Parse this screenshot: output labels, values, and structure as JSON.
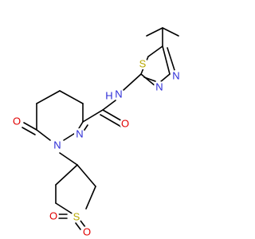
{
  "atoms": {
    "S_thiadiazole": {
      "label": "S",
      "color": "#b8a800"
    },
    "N_thiadiazole_1": {
      "label": "N",
      "color": "#2b2bd6"
    },
    "N_thiadiazole_2": {
      "label": "N",
      "color": "#2b2bd6"
    },
    "N_amide": {
      "label": "N",
      "color": "#2b2bd6"
    },
    "H_amide": {
      "label": "H",
      "color": "#2b2bd6"
    },
    "O_amide": {
      "label": "O",
      "color": "#e00000"
    },
    "N_ring_1": {
      "label": "N",
      "color": "#2b2bd6"
    },
    "N_ring_2": {
      "label": "N",
      "color": "#2b2bd6"
    },
    "O_ketone": {
      "label": "O",
      "color": "#e00000"
    },
    "S_sulfolane": {
      "label": "S",
      "color": "#b8a800"
    },
    "O_sulfone_1": {
      "label": "O",
      "color": "#e00000"
    },
    "O_sulfone_2": {
      "label": "O",
      "color": "#e00000"
    }
  }
}
